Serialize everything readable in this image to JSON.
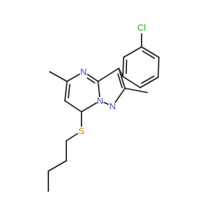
{
  "molecule": {
    "colors": {
      "bond": "#2b2b2b",
      "N": "#3b4cc0",
      "S": "#b8860b",
      "Cl": "#2ca02c"
    },
    "atoms": [
      {
        "id": "Cl",
        "label": "Cl",
        "element": "Cl"
      },
      {
        "id": "N4",
        "label": "N",
        "element": "N"
      },
      {
        "id": "N1",
        "label": "N",
        "element": "N"
      },
      {
        "id": "N2",
        "label": "N",
        "element": "N"
      },
      {
        "id": "S",
        "label": "S",
        "element": "S"
      }
    ]
  }
}
